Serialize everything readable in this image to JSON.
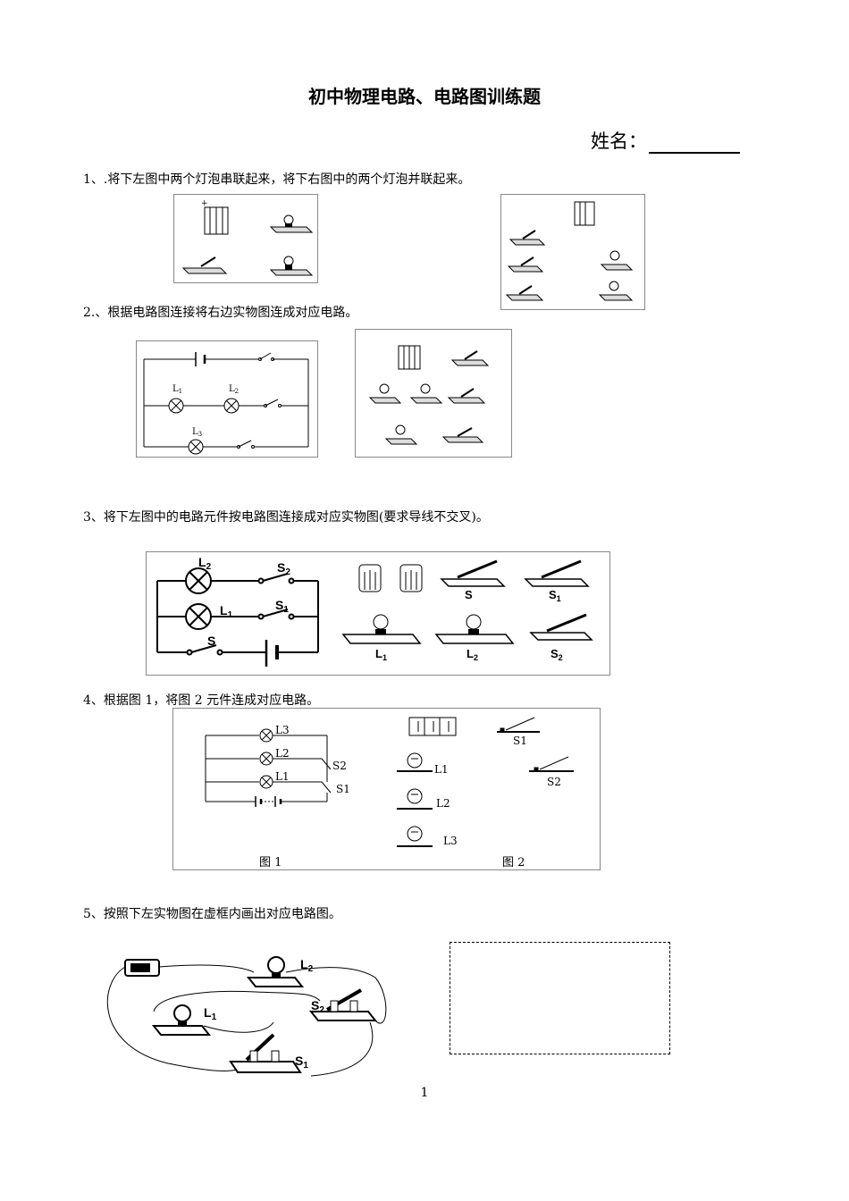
{
  "document": {
    "title": "初中物理电路、电路图训练题",
    "name_label": "姓名：",
    "page_number": "1"
  },
  "questions": [
    {
      "number": "1、",
      "text": ".将下左图中两个灯泡串联起来，将下右图中的两个灯泡并联起来。"
    },
    {
      "number": "2.、",
      "text": "根据电路图连接将右边实物图连成对应电路。"
    },
    {
      "number": "3、",
      "text": "将下左图中的电路元件按电路图连接成对应实物图(要求导线不交叉)。"
    },
    {
      "number": "4、",
      "text": "根据图 1，将图 2 元件连成对应电路。"
    },
    {
      "number": "5、",
      "text": "按照下左实物图在虚框内画出对应电路图。"
    }
  ],
  "labels": {
    "q2": {
      "l1": "L",
      "l1_sub": "1",
      "l2": "L",
      "l2_sub": "2",
      "l3": "L",
      "l3_sub": "3"
    },
    "q3": {
      "l2": "L",
      "l2_sub": "2",
      "l1": "L",
      "l1_sub": "1",
      "s": "S",
      "s1": "S",
      "s1_sub": "1",
      "s2": "S",
      "s2_sub": "2"
    },
    "q4": {
      "l3": "L3",
      "l2": "L2",
      "l1": "L1",
      "s2": "S2",
      "s1": "S1",
      "fig1": "图 1",
      "fig2": "图 2"
    },
    "q5": {
      "l2": "L",
      "l2_sub": "2",
      "l1": "L",
      "l1_sub": "1",
      "s2": "S",
      "s2_sub": "2",
      "s1": "S",
      "s1_sub": "1"
    }
  }
}
